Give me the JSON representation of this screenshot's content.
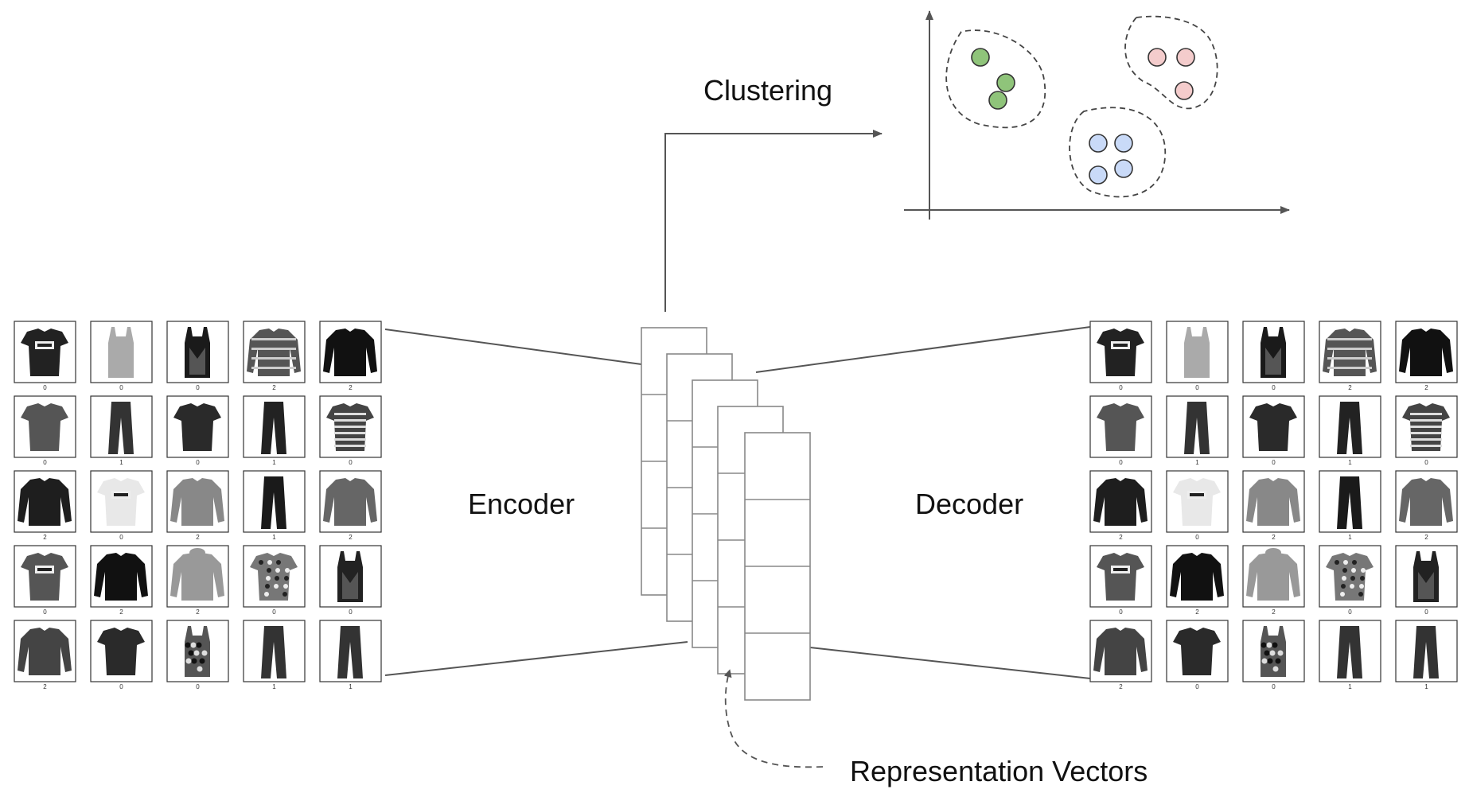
{
  "labels": {
    "encoder": "Encoder",
    "decoder": "Decoder",
    "clustering": "Clustering",
    "representation": "Representation Vectors"
  },
  "input_grid": {
    "labels": [
      [
        "0",
        "0",
        "0",
        "2",
        "2"
      ],
      [
        "0",
        "1",
        "0",
        "1",
        "0"
      ],
      [
        "2",
        "0",
        "2",
        "1",
        "2"
      ],
      [
        "0",
        "2",
        "2",
        "0",
        "0"
      ],
      [
        "2",
        "0",
        "0",
        "1",
        "1"
      ]
    ],
    "items": [
      [
        "tshirt-print",
        "tank-top",
        "tank-top-dark",
        "striped-sweater",
        "pullover-dark"
      ],
      [
        "tshirt",
        "trousers",
        "tshirt",
        "trousers",
        "striped-tshirt"
      ],
      [
        "pullover-dark",
        "tshirt-print",
        "pullover",
        "trousers",
        "pullover"
      ],
      [
        "tshirt-print",
        "pullover-dark",
        "hoodie",
        "patterned-tshirt",
        "tank-top-dark"
      ],
      [
        "pullover",
        "tshirt",
        "patterned-top",
        "trousers",
        "trousers"
      ]
    ]
  },
  "output_grid": {
    "labels": [
      [
        "0",
        "0",
        "0",
        "2",
        "2"
      ],
      [
        "0",
        "1",
        "0",
        "1",
        "0"
      ],
      [
        "2",
        "0",
        "2",
        "1",
        "2"
      ],
      [
        "0",
        "2",
        "2",
        "0",
        "0"
      ],
      [
        "2",
        "0",
        "0",
        "1",
        "1"
      ]
    ]
  },
  "clusters": [
    {
      "name": "green",
      "color": "#8fc47a",
      "points": 3
    },
    {
      "name": "pink",
      "color": "#f4cccc",
      "points": 3
    },
    {
      "name": "blue",
      "color": "#c9daf8",
      "points": 4
    }
  ],
  "colors": {
    "line": "#555555",
    "stroke": "#333333",
    "vector_box": "#888888"
  }
}
